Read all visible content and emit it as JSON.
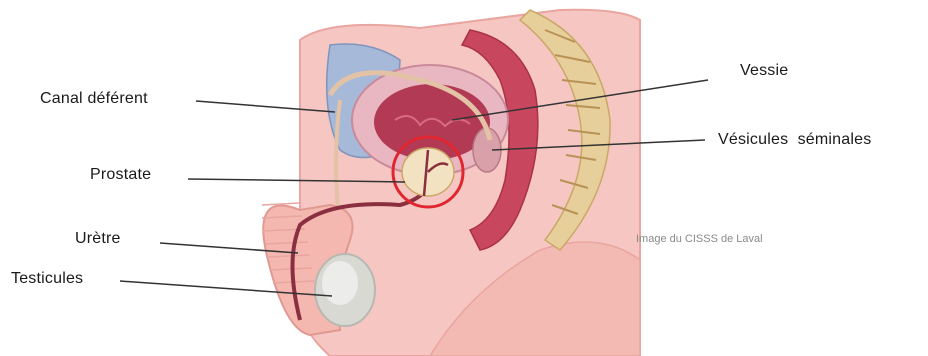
{
  "diagram": {
    "labels": {
      "canal_deferent": "Canal déférent",
      "prostate": "Prostate",
      "uretre": "Urètre",
      "testicules": "Testicules",
      "vessie": "Vessie",
      "vesicules_seminales": "Vésicules  séminales"
    },
    "credit": "Image du CISSS de Laval",
    "colors": {
      "skin": "#f6c7c2",
      "skin_outline": "#e9a59f",
      "muscle": "#c9475e",
      "bladder_wall": "#e8b7c2",
      "bladder_inner": "#b23a55",
      "pubic_bone": "#a7b9d9",
      "sacrum": "#e7cf9b",
      "prostate": "#f3e2c1",
      "highlight_circle": "#e0262f",
      "testicle": "#d9d9d4",
      "leader_line": "#333333"
    }
  }
}
